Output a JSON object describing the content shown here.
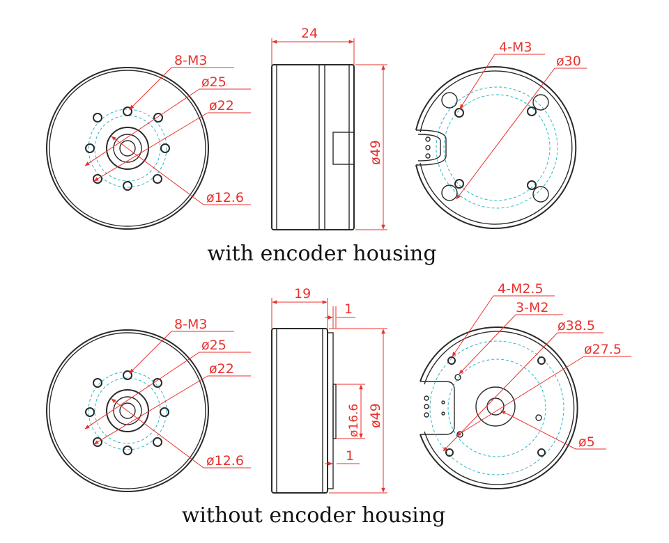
{
  "captions": {
    "top": "with encoder housing",
    "bottom": "without encoder housing"
  },
  "top": {
    "front": {
      "holes": "8-M3",
      "d1": "ø25",
      "d2": "ø22",
      "d3": "ø12.6"
    },
    "side": {
      "width": "24",
      "height": "ø49"
    },
    "back": {
      "holes": "4-M3",
      "d": "ø30"
    }
  },
  "bottom": {
    "front": {
      "holes": "8-M3",
      "d1": "ø25",
      "d2": "ø22",
      "d3": "ø12.6"
    },
    "side": {
      "width": "19",
      "lip_top": "1",
      "lip_bottom": "1",
      "inner": "ø16.6",
      "height": "ø49"
    },
    "back": {
      "holes_a": "4-M2.5",
      "holes_b": "3-M2",
      "d1": "ø38.5",
      "d2": "ø27.5",
      "shaft": "ø5"
    }
  },
  "colors": {
    "dimension": "#e8322e",
    "center_line": "#2ab8c8",
    "outline": "#2a2a2a"
  }
}
